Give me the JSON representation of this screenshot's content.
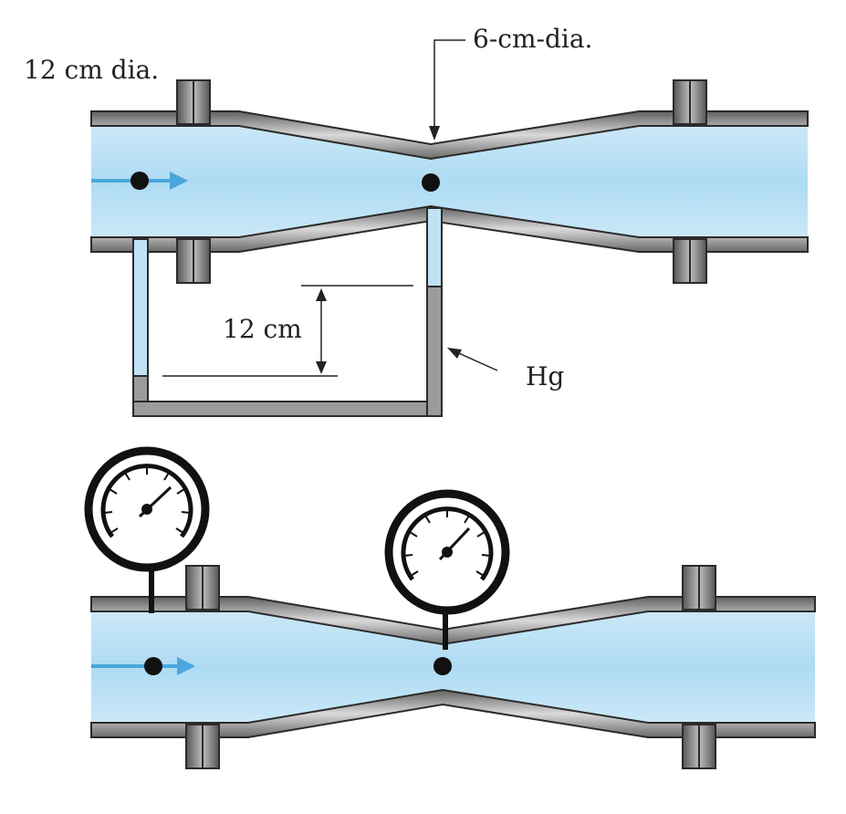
{
  "labels": {
    "inlet_diameter": "12 cm dia.",
    "throat_diameter": "6-cm-dia.",
    "manometer_height": "12 cm",
    "fluid": "Hg"
  },
  "colors": {
    "water": "#bfe2f5",
    "pipe_wall": "#8a8a8a",
    "flange": "#6f6f6f",
    "outline": "#2b2b2b",
    "flow_arrow": "#4aa6dc",
    "mercury": "#9b9b9b"
  },
  "icons": [
    "flow-arrow-icon",
    "pressure-gauge-icon",
    "pressure-tap-dot-icon"
  ]
}
